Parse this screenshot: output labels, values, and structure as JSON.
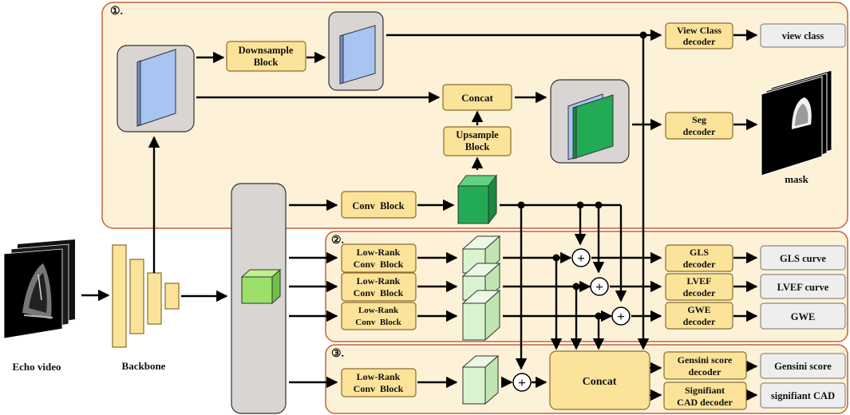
{
  "sections": {
    "s1": "①.",
    "s2": "②.",
    "s3": "③."
  },
  "input": {
    "label": "Echo video"
  },
  "backbone": {
    "label": "Backbone"
  },
  "blocks": {
    "downsample": [
      "Downsample",
      "Block"
    ],
    "concat_top": "Concat",
    "upsample": [
      "Upsample",
      "Block"
    ],
    "conv": "Conv  Block",
    "lowrank1": [
      "Low-Rank",
      "Conv  Block"
    ],
    "lowrank2": [
      "Low-Rank",
      "Conv  Block"
    ],
    "lowrank3": [
      "Low-Rank",
      "Conv  Block"
    ],
    "lowrank4": [
      "Low-Rank",
      "Conv  Block"
    ],
    "concat_bottom": "Concat"
  },
  "decoders": {
    "view_class": [
      "View Class",
      "decoder"
    ],
    "seg": [
      "Seg",
      "decoder"
    ],
    "gls": [
      "GLS",
      "decoder"
    ],
    "lvef": [
      "LVEF",
      "decoder"
    ],
    "gwe": [
      "GWE",
      "decoder"
    ],
    "gensini": [
      "Gensini score",
      "decoder"
    ],
    "cad": [
      "Signifiant",
      "CAD decoder"
    ]
  },
  "outputs": {
    "view_class": "view class",
    "mask": "mask",
    "gls": "GLS curve",
    "lvef": "LVEF curve",
    "gwe": "GWE",
    "gensini": "Gensini score",
    "cad": "signifiant CAD"
  },
  "plus_symbol": "+",
  "colors": {
    "section_fill": "#fdf2d8",
    "section_border": "#c8603a",
    "block_fill": "#fbe39a",
    "output_fill": "#eeeeee",
    "gray_panel": "#d8d5d2",
    "feature_blue": "#a8c4f0",
    "feature_green": "#22aa55",
    "feature_lightgreen": "#9ae06a",
    "feature_pale": "#d9f2cf",
    "backbone_fill": "#fbe39a"
  }
}
